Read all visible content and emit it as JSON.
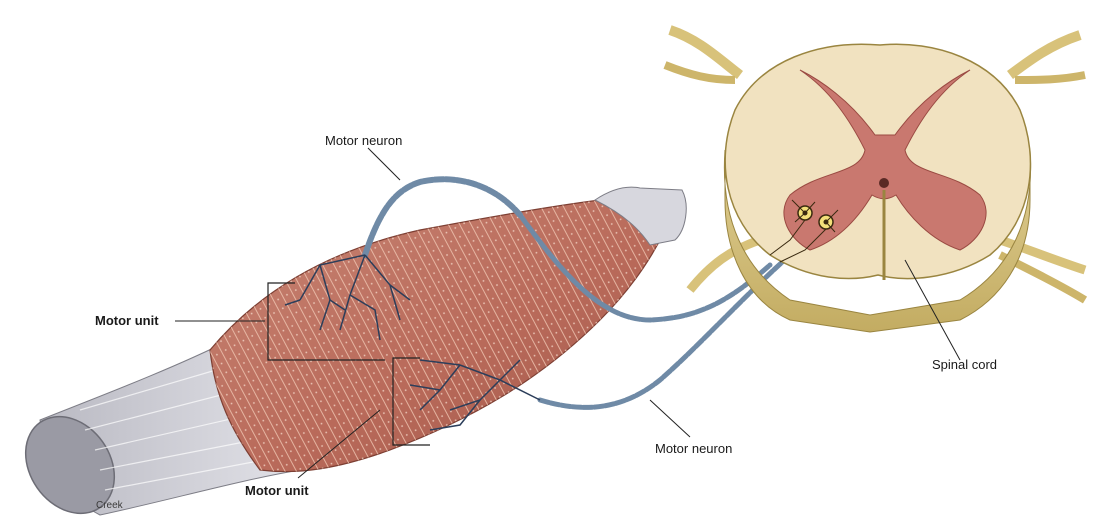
{
  "labels": {
    "motor_neuron_top": "Motor neuron",
    "motor_neuron_bottom": "Motor neuron",
    "motor_unit_left": "Motor unit",
    "motor_unit_bottom": "Motor unit",
    "spinal_cord": "Spinal cord",
    "credit": "Creek"
  },
  "colors": {
    "muscle": "#b96a5a",
    "muscle_light": "#e6b6a3",
    "tendon": "#c9c9cf",
    "nerve": "#6f8aa6",
    "white_matter": "#f1e2c0",
    "gray_matter": "#c9786f",
    "root": "#d8c27a",
    "leader": "#222222"
  }
}
